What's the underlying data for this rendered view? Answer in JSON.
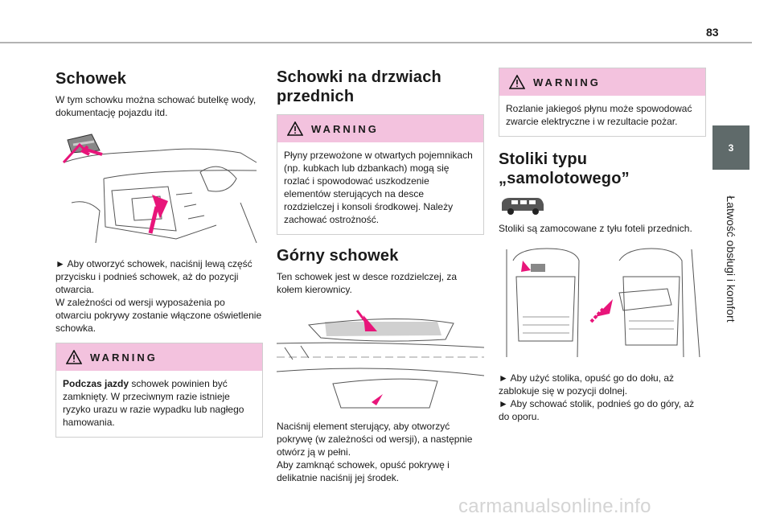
{
  "page_number": "83",
  "chapter": {
    "number": "3",
    "title": "Łatwość obsługi i komfort"
  },
  "col1": {
    "heading": "Schowek",
    "intro": "W tym schowku można schować butelkę wody, dokumentację pojazdu itd.",
    "step1": "► Aby otworzyć schowek, naciśnij lewą część przycisku i podnieś schowek, aż do pozycji otwarcia.",
    "step2": "W zależności od wersji wyposażenia po otwarciu pokrywy zostanie włączone oświetlenie schowka.",
    "warning": {
      "title": "WARNING",
      "bold": "Podczas jazdy",
      "text": " schowek powinien być zamknięty. W przeciwnym razie istnieje ryzyko urazu w razie wypadku lub nagłego hamowania."
    }
  },
  "col2": {
    "heading": "Schowki na drzwiach przednich",
    "warning": {
      "title": "WARNING",
      "text": "Płyny przewożone w otwartych pojemnikach (np. kubkach lub dzbankach) mogą się rozlać i spowodować uszkodzenie elementów sterujących na desce rozdzielczej i konsoli środkowej. Należy zachować ostrożność."
    },
    "heading2": "Górny schowek",
    "intro2": "Ten schowek jest w desce rozdzielczej, za kołem kierownicy.",
    "step1": "Naciśnij element sterujący, aby otworzyć pokrywę (w zależności od wersji), a następnie otwórz ją w pełni.",
    "step2": "Aby zamknąć schowek, opuść pokrywę i delikatnie naciśnij jej środek."
  },
  "col3": {
    "warning": {
      "title": "WARNING",
      "text": "Rozlanie jakiegoś płynu może spowodować zwarcie elektryczne i w rezultacie pożar."
    },
    "heading": "Stoliki typu „samolotowego”",
    "intro": "Stoliki są zamocowane z tyłu foteli przednich.",
    "step1": "► Aby użyć stolika, opuść go do dołu, aż zablokuje się w pozycji dolnej.",
    "step2": "► Aby schować stolik, podnieś go do góry, aż do oporu."
  },
  "watermark": "carmanualsonline.info",
  "colors": {
    "warning_bg": "#f3c2de",
    "accent_arrow": "#e8157a",
    "tab_bg": "#5f6a6a"
  }
}
